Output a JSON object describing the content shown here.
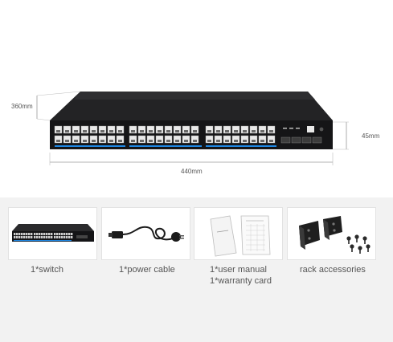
{
  "dimensions": {
    "depth": "360mm",
    "width": "440mm",
    "height": "45mm"
  },
  "package_items": [
    {
      "icon": "switch-icon",
      "caption": "1*switch"
    },
    {
      "icon": "power-cable-icon",
      "caption": "1*power cable"
    },
    {
      "icon": "manual-icon",
      "caption_lines": [
        "1*user manual",
        "1*warranty card"
      ]
    },
    {
      "icon": "rack-brackets-icon",
      "caption": "rack accessories"
    }
  ],
  "colors": {
    "switch_body": "#1a1a1c",
    "port_highlight": "#1e88e5",
    "background_bottom": "#f2f2f2"
  }
}
